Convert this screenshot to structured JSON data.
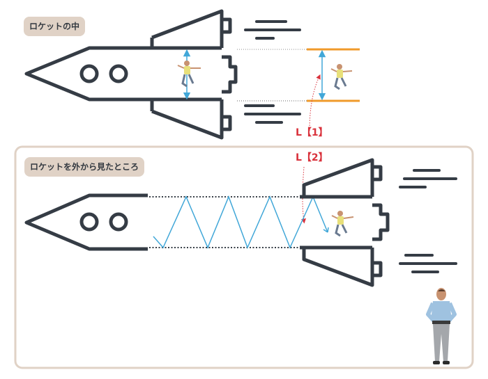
{
  "scene_inside": {
    "label": "ロケットの中"
  },
  "scene_outside": {
    "label": "ロケットを外から見たところ"
  },
  "labels": {
    "l1": "L【1】",
    "l2": "L【2】"
  },
  "colors": {
    "rocket": "#353c45",
    "light": "#41a7d8",
    "mirror": "#f09a2a",
    "distance": "#d9323c",
    "panel_border": "#e0d2c6",
    "tag_bg": "#e0d2c6"
  }
}
